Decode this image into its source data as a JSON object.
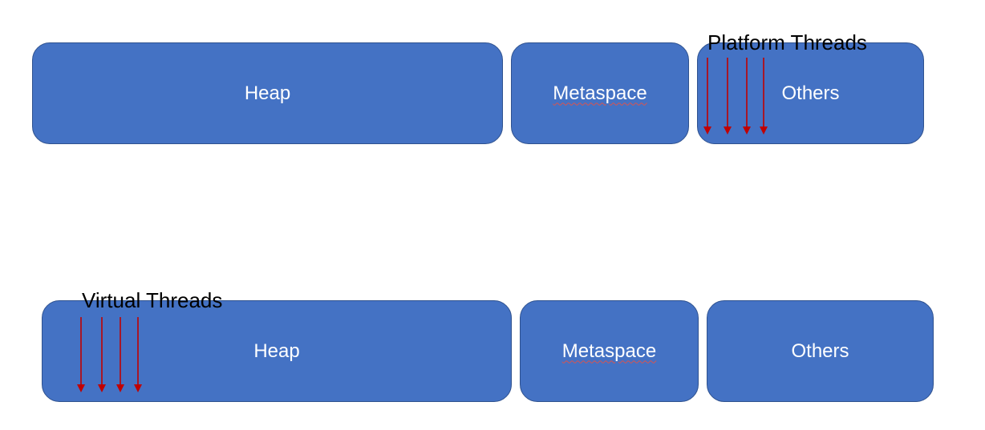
{
  "top_row": {
    "heap_label": "Heap",
    "metaspace_label": "Metaspace",
    "others_label": "Others",
    "threads_label": "Platform Threads"
  },
  "bottom_row": {
    "heap_label": "Heap",
    "metaspace_label": "Metaspace",
    "others_label": "Others",
    "threads_label": "Virtual Threads"
  },
  "colors": {
    "box_fill": "#4472c4",
    "box_border": "#2f528f",
    "arrow": "#c00000"
  },
  "arrow_count_per_group": 4
}
